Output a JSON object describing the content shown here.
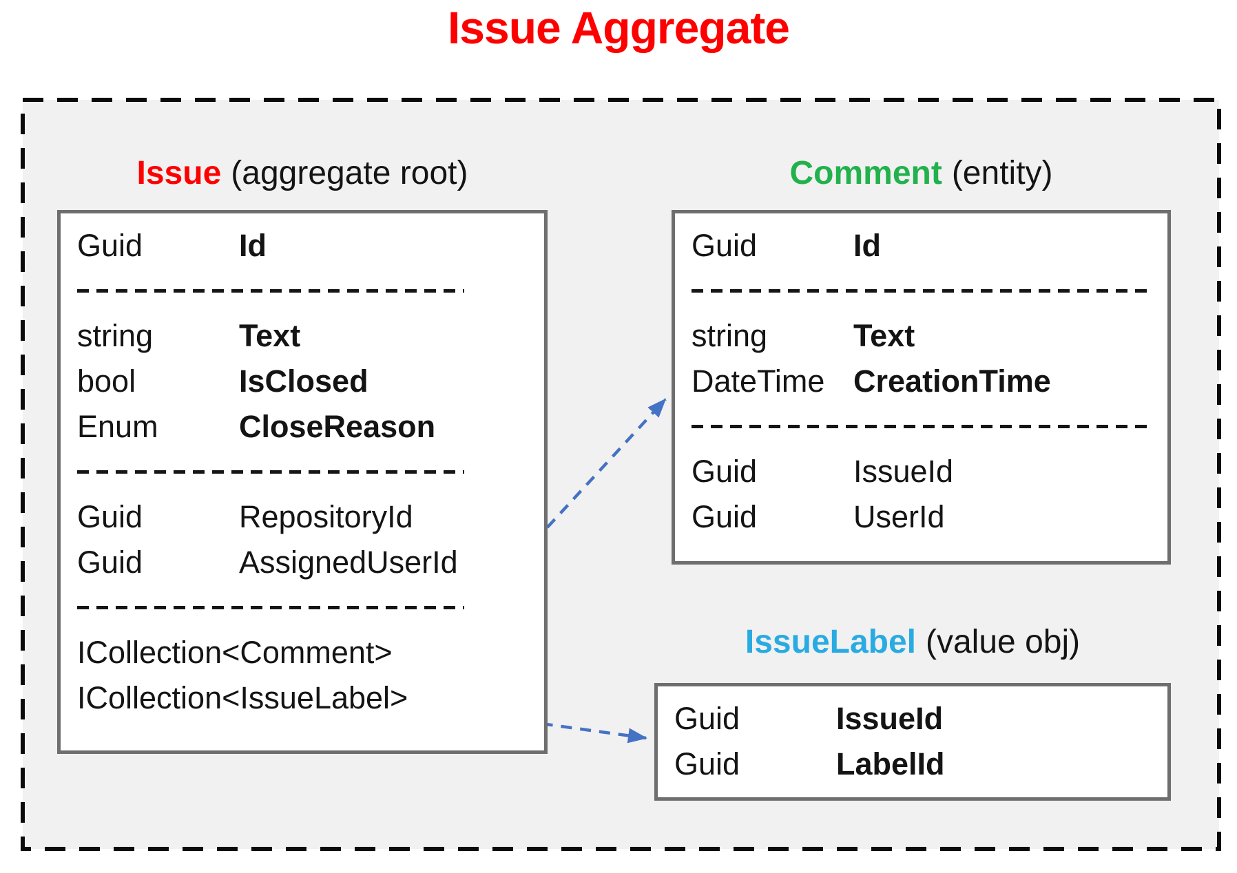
{
  "title": "Issue Aggregate",
  "colors": {
    "title_red": "#fe0000",
    "issue_red": "#fe0000",
    "comment_green": "#22b14c",
    "issuelabel_blue": "#29abe2",
    "arrow_blue": "#4472c4",
    "boundary_fill": "#f1f1f1",
    "boundary_stroke": "#0b0b0b"
  },
  "issue": {
    "name": "Issue",
    "kind": "(aggregate root)",
    "rows": {
      "id": {
        "type": "Guid",
        "name": "Id"
      },
      "text": {
        "type": "string",
        "name": "Text"
      },
      "isclosed": {
        "type": "bool",
        "name": "IsClosed"
      },
      "closereason": {
        "type": "Enum",
        "name": "CloseReason"
      },
      "repositoryid": {
        "type": "Guid",
        "name": "RepositoryId"
      },
      "assigneduserid": {
        "type": "Guid",
        "name": "AssignedUserId"
      },
      "comments_collection": {
        "name": "ICollection<Comment>"
      },
      "labels_collection": {
        "name": "ICollection<IssueLabel>"
      }
    }
  },
  "comment": {
    "name": "Comment",
    "kind": "(entity)",
    "rows": {
      "id": {
        "type": "Guid",
        "name": "Id"
      },
      "text": {
        "type": "string",
        "name": "Text"
      },
      "creationtime": {
        "type": "DateTime",
        "name": "CreationTime"
      },
      "issueid": {
        "type": "Guid",
        "name": "IssueId"
      },
      "userid": {
        "type": "Guid",
        "name": "UserId"
      }
    }
  },
  "issuelabel": {
    "name": "IssueLabel",
    "kind": "(value obj)",
    "rows": {
      "issueid": {
        "type": "Guid",
        "name": "IssueId"
      },
      "labelid": {
        "type": "Guid",
        "name": "LabelId"
      }
    }
  }
}
